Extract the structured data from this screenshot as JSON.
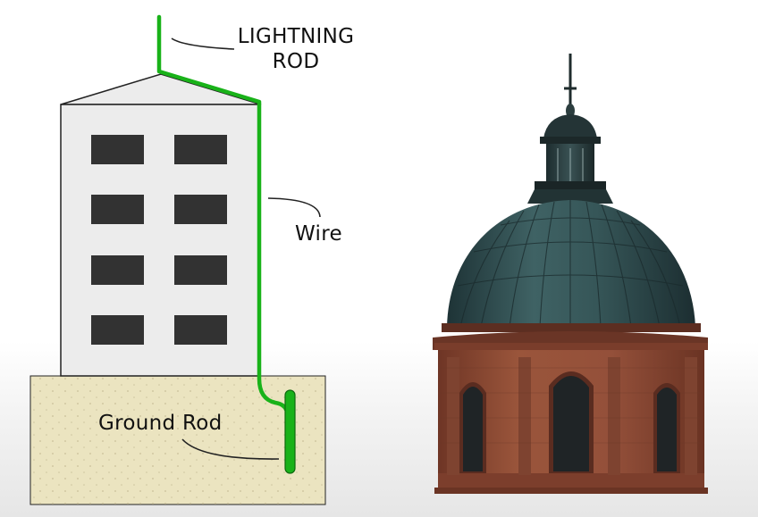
{
  "labels": {
    "lightning_rod_line1": "LIGHTNING",
    "lightning_rod_line2": "ROD",
    "wire": "Wire",
    "ground_rod": "Ground Rod"
  },
  "colors": {
    "conductor": "#19b219",
    "building_wall": "#ececec",
    "window": "#323232",
    "soil": "#ebe4c0",
    "dome_copper": "#2e4a4e",
    "brick": "#8e4a33"
  }
}
